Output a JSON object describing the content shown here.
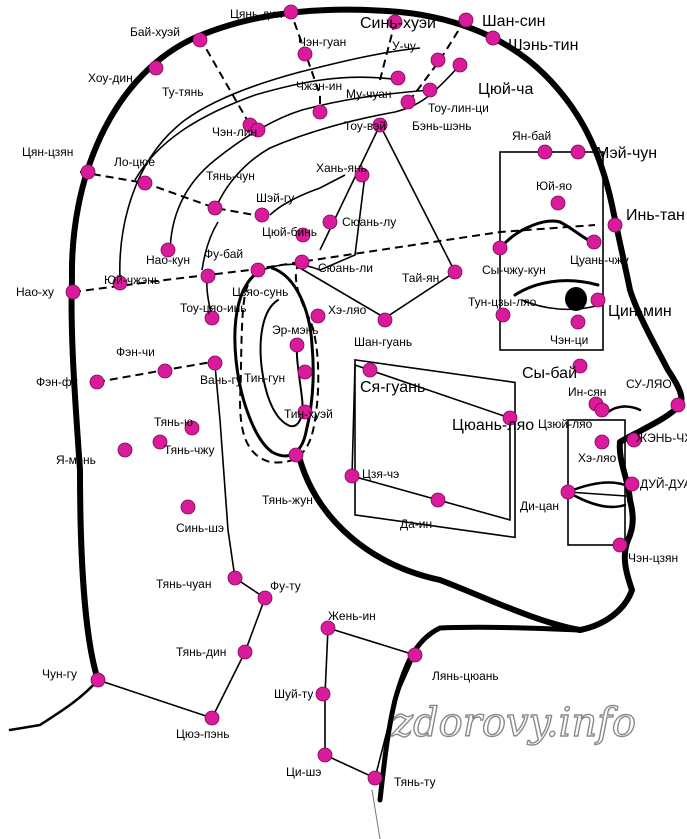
{
  "colors": {
    "point": "#d91b9b",
    "outline": "#000000",
    "background": "#ffffff",
    "watermark_stroke": "#8a8a8a"
  },
  "watermark": "zdorovy.info",
  "points": [
    {
      "id": "czyan-din",
      "label": "Цянь-дин"
    },
    {
      "id": "bay-huey",
      "label": "Бай-хуэй"
    },
    {
      "id": "chen-guan",
      "label": "Чэн-гуан"
    },
    {
      "id": "sin-huey",
      "label": "Синь-хуэй"
    },
    {
      "id": "shan-sin",
      "label": "Шан-син"
    },
    {
      "id": "shen-tin",
      "label": "Шэнь-тин"
    },
    {
      "id": "u-chu",
      "label": "У-чу"
    },
    {
      "id": "hou-din",
      "label": "Хоу-дин"
    },
    {
      "id": "tu-tyan",
      "label": "Ту-тянь"
    },
    {
      "id": "chzhen-in",
      "label": "Чжэн-ин"
    },
    {
      "id": "mu-chuan",
      "label": "Му-чуан"
    },
    {
      "id": "czyuy-cha",
      "label": "Цюй-ча"
    },
    {
      "id": "tou-lin-ci",
      "label": "Тоу-лин-ци"
    },
    {
      "id": "tou-vey",
      "label": "Тоу-вэй"
    },
    {
      "id": "ben-shen",
      "label": "Бэнь-шэнь"
    },
    {
      "id": "chen-lin",
      "label": "Чэн-лин"
    },
    {
      "id": "yan-bay",
      "label": "Ян-бай"
    },
    {
      "id": "mey-chun",
      "label": "Мэй-чун"
    },
    {
      "id": "czyan-czyan",
      "label": "Цян-цзян"
    },
    {
      "id": "lo-czyue",
      "label": "Ло-цюе"
    },
    {
      "id": "tyan-chun",
      "label": "Тянь-чун"
    },
    {
      "id": "han-yan",
      "label": "Хань-янь"
    },
    {
      "id": "yuy-yao",
      "label": "Юй-яо"
    },
    {
      "id": "in-tan",
      "label": "Инь-тан"
    },
    {
      "id": "shey-gu",
      "label": "Шэй-гу"
    },
    {
      "id": "syuan-lu",
      "label": "Сюань-лу"
    },
    {
      "id": "nao-kun",
      "label": "Нао-кун"
    },
    {
      "id": "czyuy-bin",
      "label": "Цюй-бинь"
    },
    {
      "id": "fu-bay",
      "label": "Фу-бай"
    },
    {
      "id": "syuan-li",
      "label": "Сюань-ли"
    },
    {
      "id": "tay-yan",
      "label": "Тай-ян"
    },
    {
      "id": "sy-chzhu-kun",
      "label": "Сы-чжу-кун"
    },
    {
      "id": "czuan-chzhu",
      "label": "Цуань-чжу"
    },
    {
      "id": "nao-hu",
      "label": "Нао-ху"
    },
    {
      "id": "yuy-chzhen",
      "label": "Юй-чжэнь"
    },
    {
      "id": "czyao-sun",
      "label": "Цзяо-сунь"
    },
    {
      "id": "tou-czyao-in",
      "label": "Тоу-цяо-инь"
    },
    {
      "id": "he-lyao",
      "label": "Хэ-ляо"
    },
    {
      "id": "tun-czy-lyao",
      "label": "Тун-цзы-ляо"
    },
    {
      "id": "czin-min",
      "label": "Цин-мин"
    },
    {
      "id": "er-men",
      "label": "Эр-мэнь"
    },
    {
      "id": "shan-guan",
      "label": "Шан-гуань"
    },
    {
      "id": "chen-ci",
      "label": "Чэн-ци"
    },
    {
      "id": "fen-chi",
      "label": "Фэн-чи"
    },
    {
      "id": "van-gu",
      "label": "Вань-гу"
    },
    {
      "id": "tin-gun",
      "label": "Тин-гун"
    },
    {
      "id": "sy-bay",
      "label": "Сы-бай"
    },
    {
      "id": "fen-fu",
      "label": "Фэн-фу"
    },
    {
      "id": "sya-guan",
      "label": "Ся-гуань"
    },
    {
      "id": "in-syan",
      "label": "Ин-сян"
    },
    {
      "id": "su-lyao",
      "label": "СУ-ЛЯО"
    },
    {
      "id": "tin-huey",
      "label": "Тин-хуэй"
    },
    {
      "id": "czyuan-lyao",
      "label": "Цюань-ляо"
    },
    {
      "id": "czyuy-lyao",
      "label": "Цзюй-ляо"
    },
    {
      "id": "tyan-yu",
      "label": "Тянь-ю"
    },
    {
      "id": "tyan-chzhu",
      "label": "Тянь-чжу"
    },
    {
      "id": "he-lyao-2",
      "label": "Хэ-ляо"
    },
    {
      "id": "zhen-chzhun",
      "label": "ЖЭНЬ-ЧЖУН"
    },
    {
      "id": "ya-men",
      "label": "Я-мэнь"
    },
    {
      "id": "czya-che",
      "label": "Цзя-чэ"
    },
    {
      "id": "duy-duan",
      "label": "ДУЙ-ДУАНЬ"
    },
    {
      "id": "tyan-zhun",
      "label": "Тянь-жун"
    },
    {
      "id": "di-can",
      "label": "Ди-цан"
    },
    {
      "id": "da-in",
      "label": "Да-ин"
    },
    {
      "id": "sin-she",
      "label": "Синь-шэ"
    },
    {
      "id": "chen-czyan",
      "label": "Чэн-цзян"
    },
    {
      "id": "tyan-chuan",
      "label": "Тянь-чуан"
    },
    {
      "id": "fu-tu",
      "label": "Фу-ту"
    },
    {
      "id": "zhen-in",
      "label": "Жень-ин"
    },
    {
      "id": "tyan-din",
      "label": "Тянь-дин"
    },
    {
      "id": "lyan-czyuan",
      "label": "Лянь-цюань"
    },
    {
      "id": "chun-gu",
      "label": "Чун-гу"
    },
    {
      "id": "shuy-tu",
      "label": "Шуй-ту"
    },
    {
      "id": "czyuy-pen",
      "label": "Цюэ-пэнь"
    },
    {
      "id": "ci-she",
      "label": "Ци-шэ"
    },
    {
      "id": "tyan-tu",
      "label": "Тянь-ту"
    }
  ]
}
